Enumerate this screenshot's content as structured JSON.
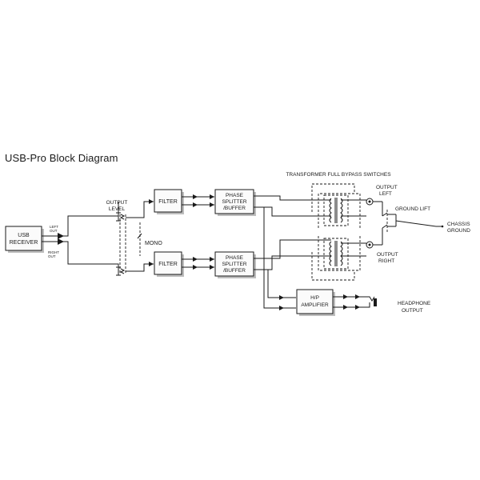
{
  "title": "USB-Pro Block Diagram",
  "labels": {
    "usb_receiver": [
      "USB",
      "RECEIVER"
    ],
    "left_out": [
      "LEFT",
      "OUT"
    ],
    "right_out": [
      "RIGHT",
      "OUT"
    ],
    "output_level": [
      "OUTPUT",
      "LEVEL"
    ],
    "mono": "MONO",
    "filter": "FILTER",
    "phase_splitter": [
      "PHASE",
      "SPLITTER",
      "/BUFFER"
    ],
    "transformer_bypass": "TRANSFORMER FULL BYPASS SWITCHES",
    "output_left": [
      "OUTPUT",
      "LEFT"
    ],
    "output_right": [
      "OUTPUT",
      "RIGHT"
    ],
    "ground_lift": "GROUND LIFT",
    "chassis_ground": [
      "CHASSIS",
      "GROUND"
    ],
    "hp_amplifier": [
      "H/P",
      "AMPLIFIER"
    ],
    "headphone_output": [
      "HEADPHONE",
      "OUTPUT"
    ]
  }
}
